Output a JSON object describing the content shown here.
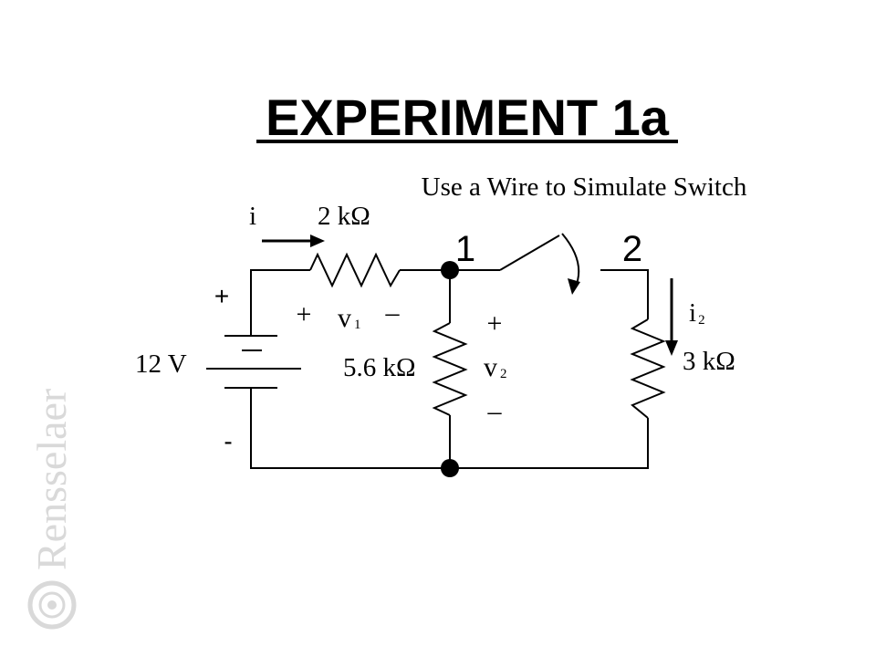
{
  "slide": {
    "title": "EXPERIMENT 1a",
    "note": "Use a Wire to Simulate Switch"
  },
  "circuit": {
    "source": {
      "voltage_label": "12 V",
      "plus_sign": "+",
      "minus_sign": "-"
    },
    "current_i": {
      "label": "i"
    },
    "resistor_r1": {
      "label": "2 kΩ",
      "voltage_plus": "+",
      "voltage_symbol": "v",
      "voltage_subscript": "1",
      "voltage_minus": "–"
    },
    "resistor_r2": {
      "label": "5.6 kΩ",
      "voltage_plus": "+",
      "voltage_symbol": "v",
      "voltage_subscript": "2",
      "voltage_minus": "–"
    },
    "resistor_r3": {
      "label": "3 kΩ"
    },
    "current_i2": {
      "symbol": "i",
      "subscript": "2"
    },
    "switch": {
      "position_1_label": "1",
      "position_2_label": "2"
    }
  },
  "watermark": {
    "text": "Rensselaer"
  }
}
